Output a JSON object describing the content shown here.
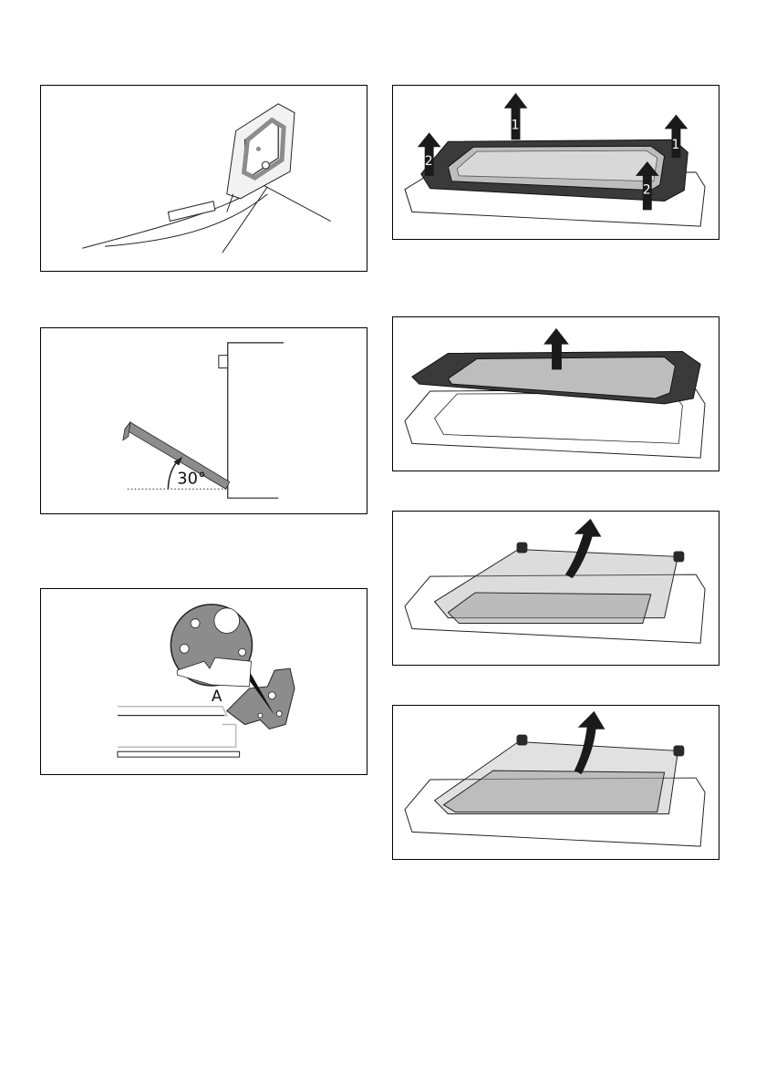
{
  "figures": {
    "door_tilt": {
      "angle_label": "30°"
    },
    "hinge_detail": {
      "callout_label": "A"
    },
    "frame_removal": {
      "step_labels": [
        "1",
        "1",
        "2",
        "2"
      ]
    }
  },
  "colors": {
    "line": "#1a1a1a",
    "frame_dark": "#3a3a3a",
    "glass_gray": "#9a9a9a",
    "glass_light": "#d8d8d8",
    "hinge_gray": "#8c8c8c"
  }
}
